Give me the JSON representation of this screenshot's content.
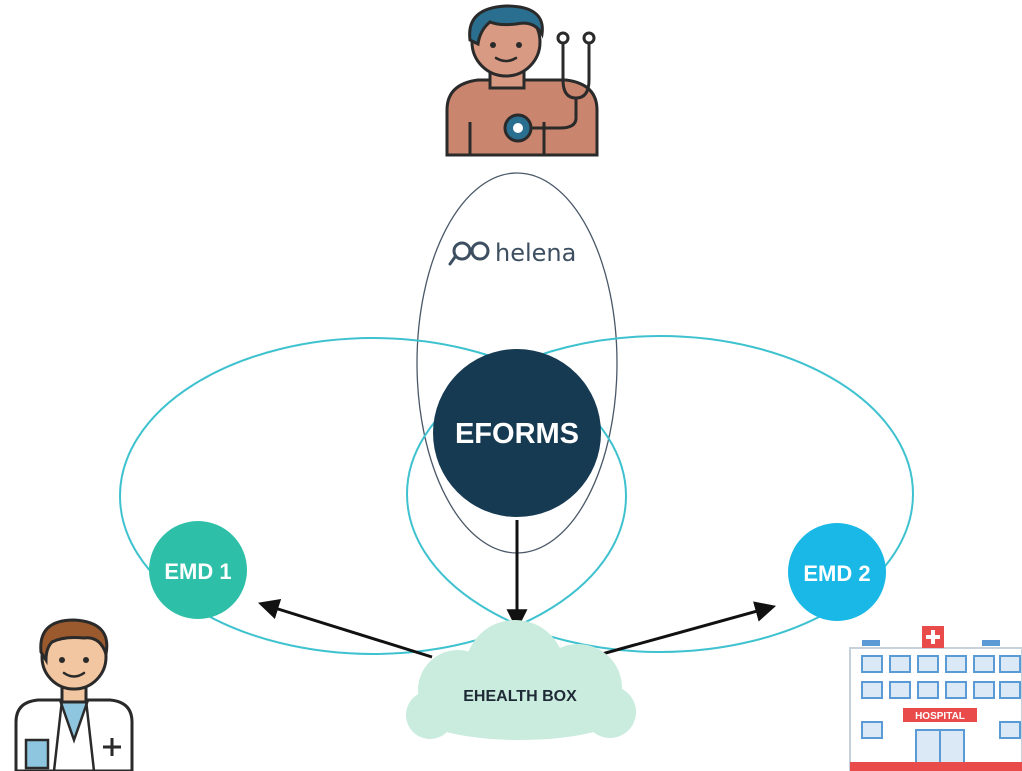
{
  "diagram": {
    "brand": {
      "name": "helena",
      "logo_icon": "infinity-loop-icon"
    },
    "center_node": {
      "label": "EFORMS",
      "color": "#173a53"
    },
    "left_node": {
      "label": "EMD 1",
      "color": "#2ebfa9"
    },
    "right_node": {
      "label": "EMD 2",
      "color": "#19b8e6"
    },
    "hub": {
      "label": "EHEALTH BOX",
      "color": "#c9ecde"
    },
    "actors": {
      "top": {
        "icon": "patient-with-stethoscope-icon"
      },
      "left": {
        "icon": "doctor-icon"
      },
      "right": {
        "icon": "hospital-icon",
        "sign_text": "HOSPITAL"
      }
    },
    "colors": {
      "vertical_ellipse": "#4a5868",
      "side_ellipses": "#3fc2cf",
      "arrows": "#111111"
    }
  }
}
